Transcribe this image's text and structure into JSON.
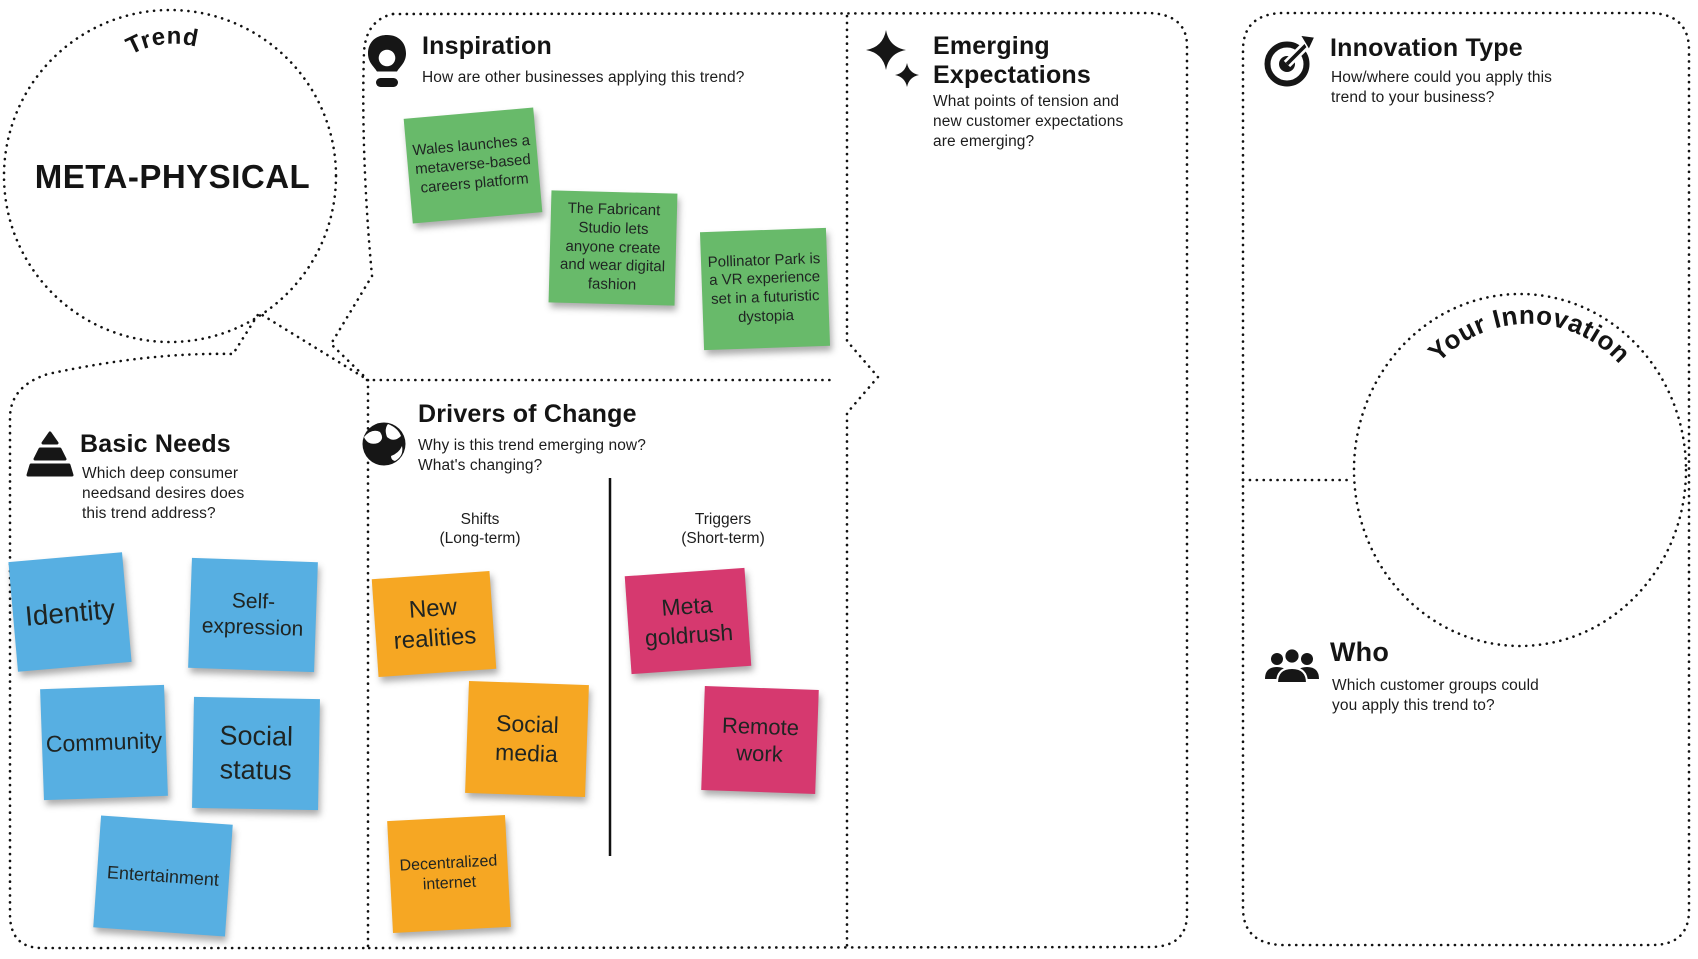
{
  "trend": {
    "label": "Trend",
    "value": "META-PHYSICAL"
  },
  "inspiration": {
    "title": "Inspiration",
    "question": "How are other businesses applying this trend?",
    "icon": "lightbulb-icon",
    "notes": [
      {
        "text": "Wales launches a metaverse-based careers platform",
        "color": "green"
      },
      {
        "text": "The Fabricant Studio lets anyone create and wear digital fashion",
        "color": "green"
      },
      {
        "text": "Pollinator Park is a VR experience set in a futuristic dystopia",
        "color": "green"
      }
    ]
  },
  "basic_needs": {
    "title": "Basic Needs",
    "question": "Which deep consumer needsand desires does this trend address?",
    "icon": "pyramid-icon",
    "notes": [
      {
        "text": "Identity",
        "color": "blue"
      },
      {
        "text": "Self-expression",
        "color": "blue"
      },
      {
        "text": "Community",
        "color": "blue"
      },
      {
        "text": "Social status",
        "color": "blue"
      },
      {
        "text": "Entertainment",
        "color": "blue"
      }
    ]
  },
  "drivers_of_change": {
    "title": "Drivers of Change",
    "question": "Why is this trend emerging now? What's changing?",
    "icon": "globe-icon",
    "columns": {
      "shifts": {
        "label": "Shifts",
        "sublabel": "(Long-term)"
      },
      "triggers": {
        "label": "Triggers",
        "sublabel": "(Short-term)"
      }
    },
    "shift_notes": [
      {
        "text": "New realities",
        "color": "orange"
      },
      {
        "text": "Social media",
        "color": "orange"
      },
      {
        "text": "Decentralized internet",
        "color": "orange"
      }
    ],
    "trigger_notes": [
      {
        "text": "Meta goldrush",
        "color": "pink"
      },
      {
        "text": "Remote work",
        "color": "pink"
      }
    ]
  },
  "emerging_expectations": {
    "title": "Emerging Expectations",
    "question": "What points of tension and new customer expectations are emerging?",
    "icon": "sparkles-icon"
  },
  "innovation_type": {
    "title": "Innovation Type",
    "question": "How/where could you apply this trend to your business?",
    "icon": "target-icon"
  },
  "who": {
    "title": "Who",
    "question": "Which customer groups could you apply this trend to?",
    "icon": "people-icon"
  },
  "your_innovation": {
    "label": "Your Innovation"
  },
  "colors": {
    "note_green": "#68ba6a",
    "note_blue": "#57afe2",
    "note_orange": "#f6a723",
    "note_pink": "#d6396f",
    "ink": "#161616"
  }
}
